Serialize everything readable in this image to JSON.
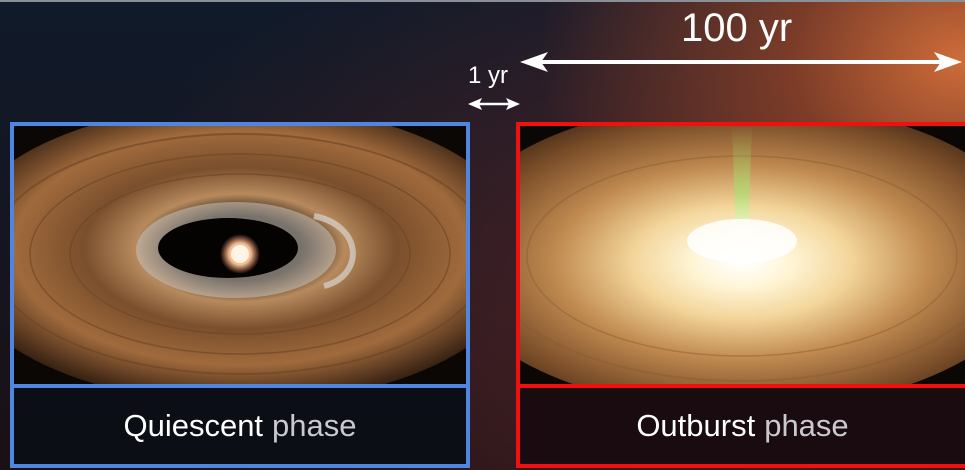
{
  "scale": {
    "long_label": "100 yr",
    "short_label": "1 yr"
  },
  "panels": {
    "quiescent": {
      "caption_main": "Quiescent",
      "caption_suffix": "phase",
      "frame_color": "#4f86e0"
    },
    "outburst": {
      "caption_main": "Outburst",
      "caption_suffix": "phase",
      "frame_color": "#f0100f"
    }
  }
}
